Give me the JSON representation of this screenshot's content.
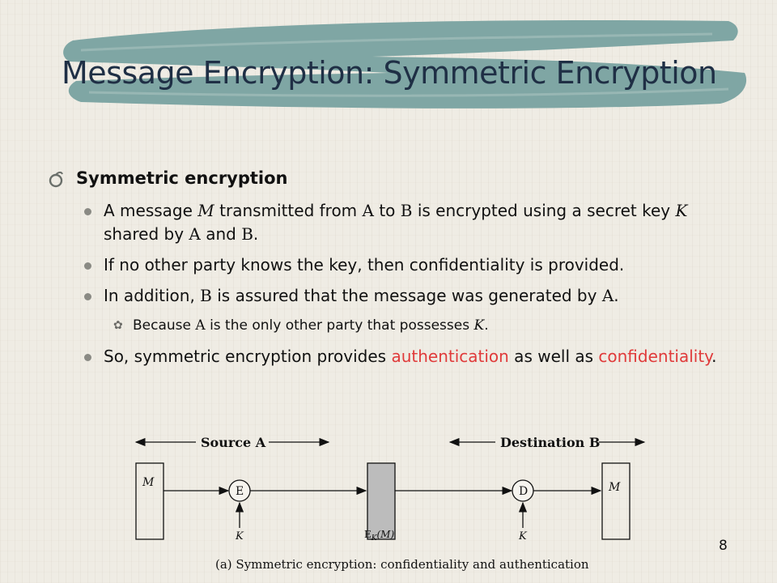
{
  "slide": {
    "title": "Message Encryption: Symmetric Encryption",
    "page_number": "8"
  },
  "content": {
    "heading": "Symmetric encryption",
    "bullet1": {
      "a": "A message ",
      "v1": "M",
      "b": " transmitted from ",
      "v2": "A",
      "c": " to ",
      "v3": "B",
      "d": " is encrypted using a secret key ",
      "v4": "K",
      "e": " shared by ",
      "v5": "A",
      "f": " and ",
      "v6": "B",
      "g": "."
    },
    "bullet2": "If no other party knows the key, then confidentiality is provided.",
    "bullet3": {
      "a": "In addition, ",
      "v1": "B",
      "b": " is assured that the message was generated by ",
      "v2": "A",
      "c": "."
    },
    "sub_bullet": {
      "a": "Because ",
      "v1": "A",
      "b": " is the only other party that possesses ",
      "v2": "K",
      "c": "."
    },
    "bullet4": {
      "a": "So, symmetric encryption provides ",
      "red1": "authentication",
      "b": " as well as ",
      "red2": "confidentiality",
      "c": "."
    }
  },
  "diagram": {
    "source_label": "Source A",
    "destination_label": "Destination B",
    "left_box": "M",
    "encrypt_node": "E",
    "decrypt_node": "D",
    "right_box": "M",
    "key_left": "K",
    "key_right": "K",
    "cipher_label": "E",
    "cipher_sub": "K",
    "cipher_arg": "(M)",
    "caption": "(a) Symmetric encryption: confidentiality and authentication"
  },
  "colors": {
    "title_band": "#7fa6a4",
    "title_text": "#1f2f45",
    "highlight": "#e03a3a",
    "cipher_box": "#bcbcbc"
  }
}
